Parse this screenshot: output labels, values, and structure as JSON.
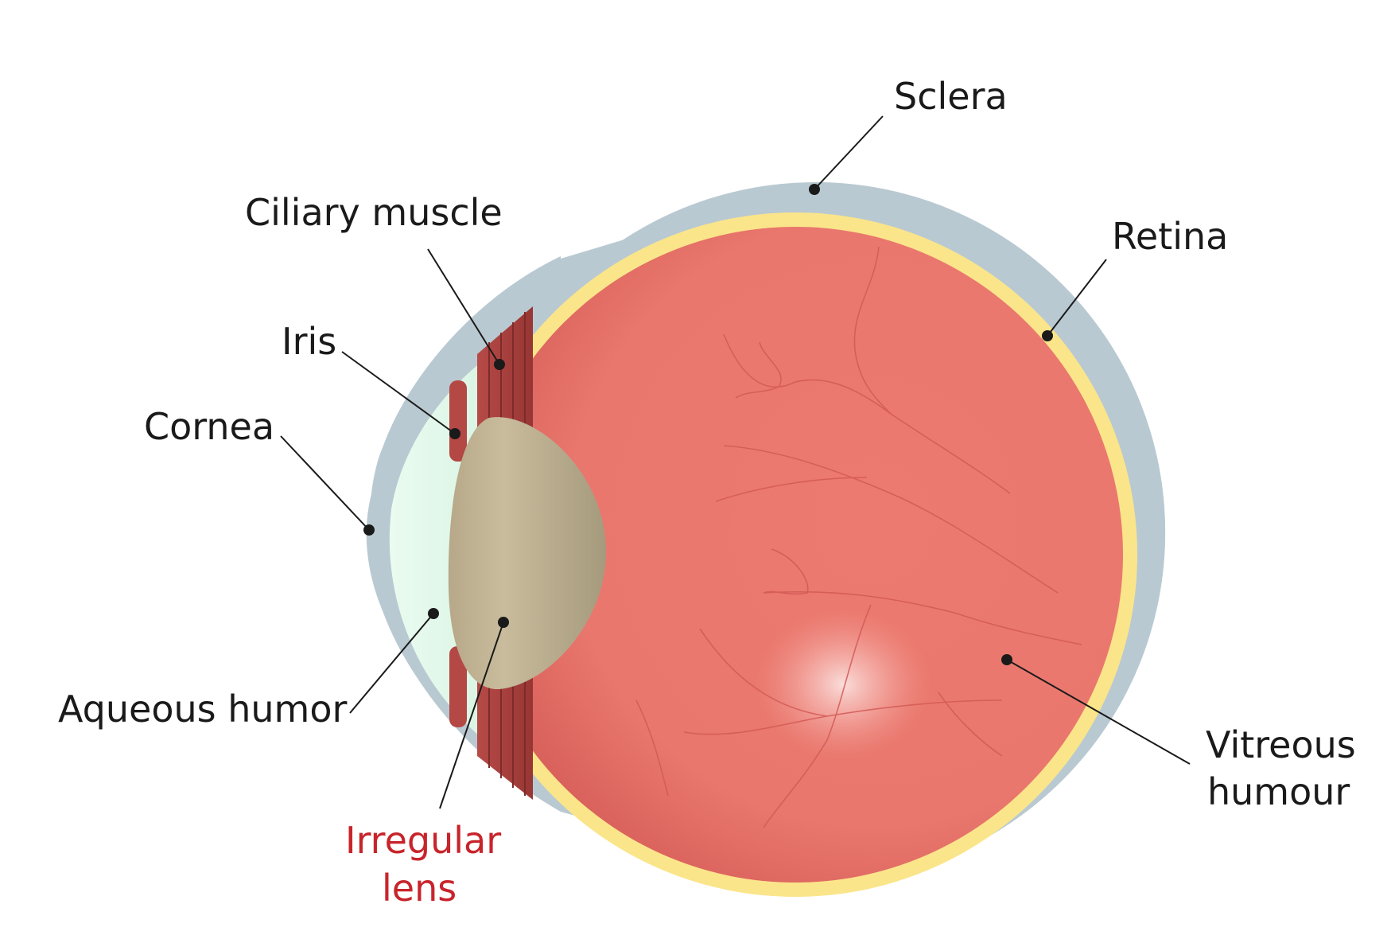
{
  "labels": {
    "sclera": "Sclera",
    "retina": "Retina",
    "ciliary_muscle": "Ciliary muscle",
    "iris": "Iris",
    "cornea": "Cornea",
    "aqueous_humor": "Aqueous humor",
    "irregular_lens_line1": "Irregular",
    "irregular_lens_line2": "lens",
    "vitreous_humour_line1": "Vitreous",
    "vitreous_humour_line2": "humour"
  },
  "colors": {
    "label": "#1a1a1a",
    "highlight_label": "#c8242b",
    "sclera": "#b9c9d2",
    "retina": "#fbe58a",
    "vitreous": "#e8746c",
    "aqueous": "#dff7e8",
    "lens": "#c2b595",
    "muscle": "#a8413f",
    "leader": "#1a1a1a"
  }
}
